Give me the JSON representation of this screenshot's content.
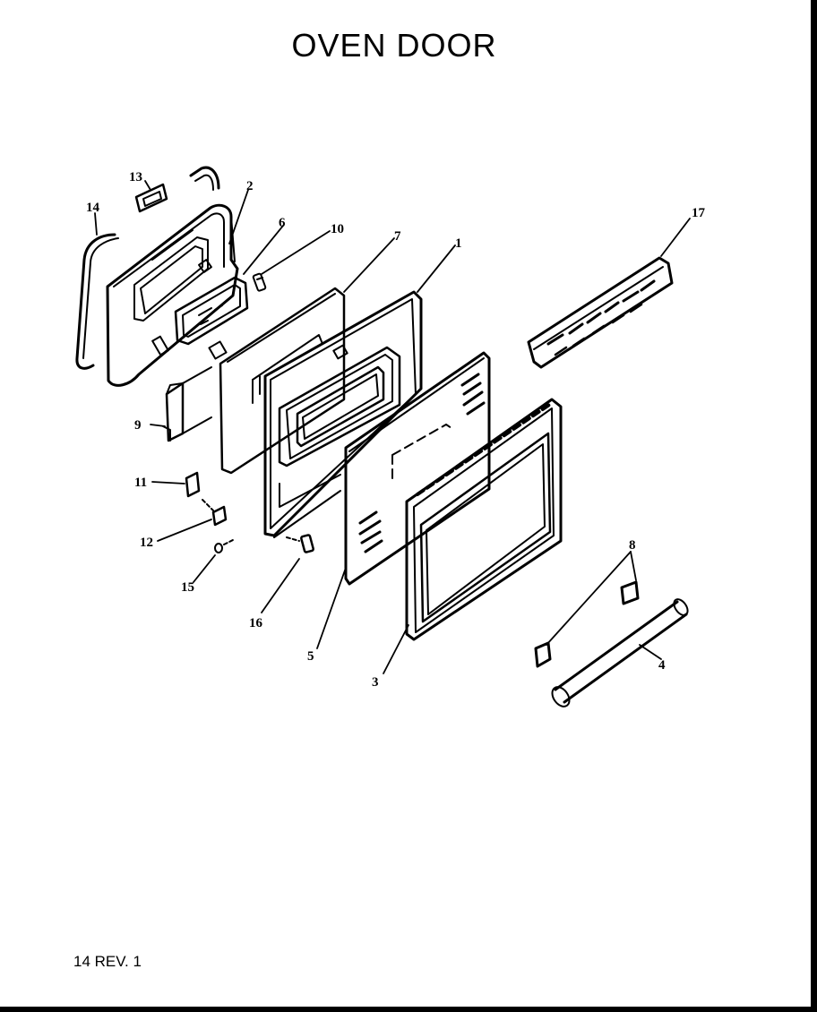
{
  "title": "OVEN DOOR",
  "footer_revision": "14 REV. 1",
  "callouts": {
    "c1": "1",
    "c2": "2",
    "c3": "3",
    "c4": "4",
    "c5": "5",
    "c6": "6",
    "c7": "7",
    "c8": "8",
    "c9": "9",
    "c10": "10",
    "c11": "11",
    "c12": "12",
    "c13": "13",
    "c14": "14",
    "c15": "15",
    "c16": "16",
    "c17": "17"
  },
  "colors": {
    "ink": "#000000",
    "paper": "#ffffff"
  }
}
